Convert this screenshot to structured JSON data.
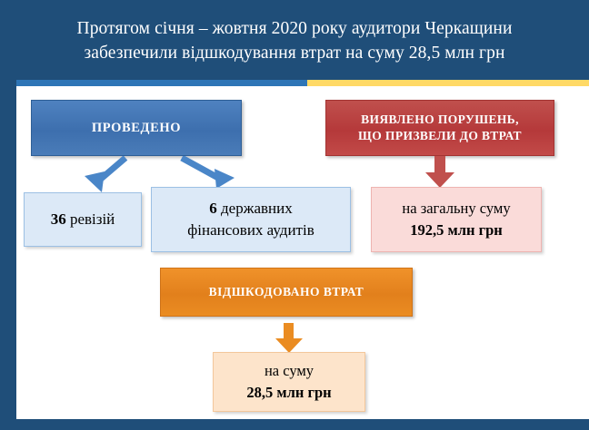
{
  "header": {
    "title_line1": "Протягом січня – жовтня 2020 року аудитори Черкащини",
    "title_line2": "забезпечили відшкодування втрат на суму 28,5 млн грн",
    "background_color": "#1F4E79"
  },
  "accent_strips": {
    "left_color": "#2E75B6",
    "right_color": "#FFD966"
  },
  "boxes": {
    "conducted": {
      "label": "ПРОВЕДЕНО",
      "color": "#3D6FAE"
    },
    "violations": {
      "line1": "ВИЯВЛЕНО ПОРУШЕНЬ,",
      "line2": "ЩО ПРИЗВЕЛИ ДО ВТРАТ",
      "color": "#B5393A"
    },
    "revisions": {
      "value": "36",
      "label": " ревізій",
      "color": "#DCE9F7"
    },
    "audits": {
      "line1_value": "6",
      "line1_label": " державних",
      "line2": "фінансових аудитів",
      "color": "#DCE9F7"
    },
    "total_sum": {
      "line1": "на загальну суму",
      "line2": "192,5 млн грн",
      "color": "#FADBD9"
    },
    "recovered": {
      "label": "ВІДШКОДОВАНО ВТРАТ",
      "color": "#E2801C"
    },
    "recovered_sum": {
      "line1": "на суму",
      "line2": "28,5 млн грн",
      "color": "#FDE4CB"
    }
  },
  "arrows": {
    "blue_color": "#4a86c8",
    "red_color": "#c0504d",
    "orange_color": "#ea8c22"
  }
}
